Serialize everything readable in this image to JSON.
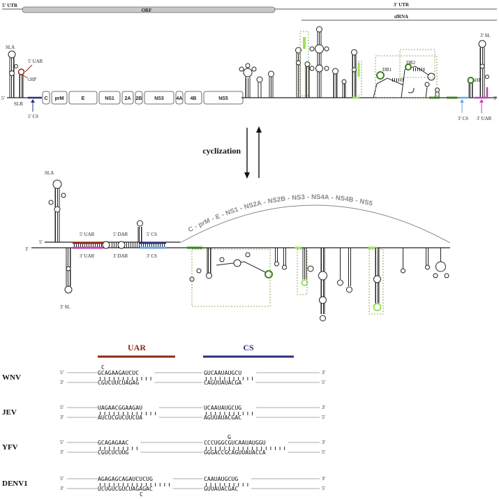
{
  "top_bar": {
    "utr5": "5' UTR",
    "orf": "ORF",
    "utr3": "3' UTR",
    "sfrna": "sfRNA"
  },
  "genome_labels": {
    "sla": "SLA",
    "slb": "SLB",
    "uar5": "5' UAR",
    "chp": "cHP",
    "cs5": "5' CS",
    "end5": "5'",
    "end3": "3'",
    "db1": "DB1",
    "db2": "DB2",
    "shp": "sHP",
    "sl3": "3' SL",
    "cs3": "3' CS",
    "uar3": "3' UAR"
  },
  "genes": [
    "C",
    "prM",
    "E",
    "NS1",
    "2A",
    "2B",
    "NS3",
    "4A",
    "4B",
    "NS5"
  ],
  "cyclization": "cyclization",
  "cyclized_labels": {
    "sla": "SLA",
    "uar5": "5' UAR",
    "dar5": "5' DAR",
    "cs5": "5' CS",
    "uar3": "3' UAR",
    "dar3": "3' DAR",
    "cs3": "3' CS",
    "sl3": "3' SL",
    "end5": "5'",
    "end3": "3'"
  },
  "arc_genes": [
    "C",
    "-",
    "prM",
    "-",
    "E",
    "-",
    "NS1",
    "-",
    "NS2A",
    "-",
    "NS2B",
    "-",
    "NS3",
    "-",
    "NS4A",
    "-",
    "NS4B",
    "-",
    "NS5"
  ],
  "alignment_headers": {
    "uar": "UAR",
    "cs": "CS"
  },
  "alignment": [
    {
      "virus": "WNV",
      "top_uar": "GCAGAAGAUCUC",
      "top_cs": "GUCAAUAUGCU",
      "bot_uar": "CGUCUUCUAGAG",
      "bot_cs": "CAGUUAUACGA",
      "bulge_top": "C",
      "bulge_bot": "",
      "bulge_cs": ""
    },
    {
      "virus": "JEV",
      "top_uar": "UAGAACGGAAGAU",
      "top_cs": "UCAAUAUGCUG",
      "bot_uar": "AUCUCGUCUUCUA",
      "bot_cs": "AGUUAUACGAC",
      "bulge_top": "",
      "bulge_bot": "",
      "bulge_cs": ""
    },
    {
      "virus": "YFV",
      "top_uar": "GCAGAGAAC",
      "top_cs": "CCCUGGCGUCAAUAUGGU",
      "bot_uar": "CGUCUCUUG",
      "bot_cs": "GGGACCGCAGUUAUACCA",
      "bulge_top": "",
      "bulge_bot": "",
      "bulge_cs": "G"
    },
    {
      "virus": "DENV1",
      "top_uar": "AGAGAGCAGAUCUCUG",
      "top_cs": "CAAUAUGCUG",
      "bot_uar": "UCUGUCGUCUAGAGAC",
      "bot_cs": "GUUAUACGAC",
      "bulge_top": "",
      "bulge_bot": "C",
      "bulge_cs": ""
    }
  ],
  "colors": {
    "uar": "#8b2a12",
    "cs": "#2b2f7a",
    "uar3": "#c041b8",
    "cs3": "#6aa7de",
    "green_light": "#9be15a",
    "green_dark": "#3d7f1f",
    "orf_fill": "#c8c8c8"
  }
}
